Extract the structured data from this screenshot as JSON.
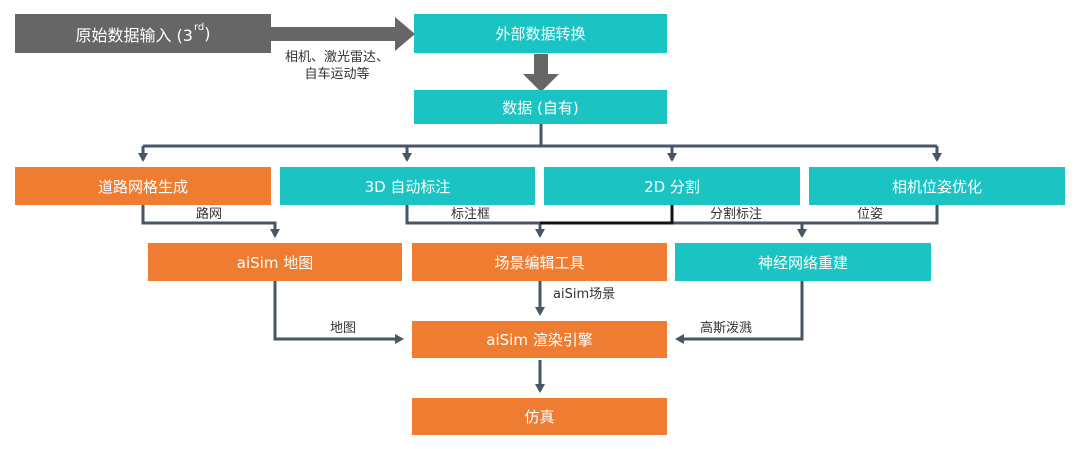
{
  "colors": {
    "gray": "#666666",
    "teal": "#1cc3c3",
    "orange": "#ee7d31",
    "connector": "#4a5568",
    "black_connector": "#111111"
  },
  "nodes": {
    "raw_input": {
      "text": "原始数据输入 (3",
      "sup": "rd",
      "tail": ")"
    },
    "external_convert": "外部数据转换",
    "own_data": "数据 (自有)",
    "road_mesh": "道路网格生成",
    "auto_label_3d": "3D 自动标注",
    "seg_2d": "2D 分割",
    "camera_pose": "相机位姿优化",
    "aisim_map": "aiSim 地图",
    "scene_editor": "场景编辑工具",
    "neural_recon": "神经网络重建",
    "render_engine": "aiSim 渲染引擎",
    "simulation": "仿真"
  },
  "edge_labels": {
    "sensor_line1": "相机、激光雷达、",
    "sensor_line2": "自车运动等",
    "road_net": "路网",
    "label_box": "标注框",
    "seg_label": "分割标注",
    "pose": "位姿",
    "aisim_scene": "aiSim场景",
    "map": "地图",
    "gaussian": "高斯泼溅"
  }
}
